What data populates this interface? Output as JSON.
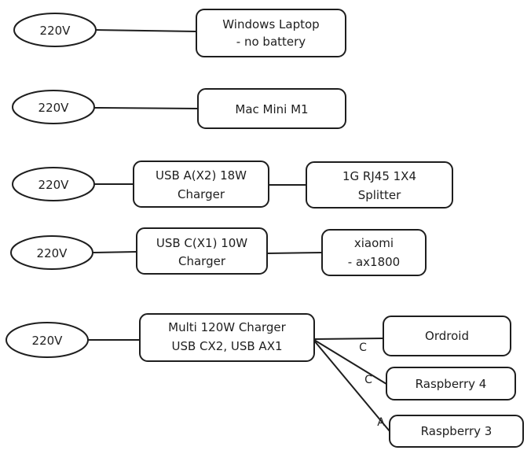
{
  "diagram": {
    "rows": [
      {
        "source": "220V",
        "nodes": [
          {
            "lines": [
              "Windows Laptop",
              "- no battery"
            ]
          }
        ]
      },
      {
        "source": "220V",
        "nodes": [
          {
            "lines": [
              "Mac Mini M1"
            ]
          }
        ]
      },
      {
        "source": "220V",
        "nodes": [
          {
            "lines": [
              "USB A(X2) 18W",
              "Charger"
            ]
          },
          {
            "lines": [
              "1G RJ45 1X4",
              "Splitter"
            ]
          }
        ]
      },
      {
        "source": "220V",
        "nodes": [
          {
            "lines": [
              "USB C(X1) 10W",
              "Charger"
            ]
          },
          {
            "lines": [
              "xiaomi",
              "- ax1800"
            ]
          }
        ]
      },
      {
        "source": "220V",
        "nodes": [
          {
            "lines": [
              "Multi 120W Charger",
              "USB CX2, USB AX1"
            ]
          }
        ],
        "branches": [
          {
            "target": "Ordroid",
            "port": "C"
          },
          {
            "target": "Raspberry 4",
            "port": "C"
          },
          {
            "target": "Raspberry 3",
            "port": "A"
          }
        ]
      }
    ]
  }
}
